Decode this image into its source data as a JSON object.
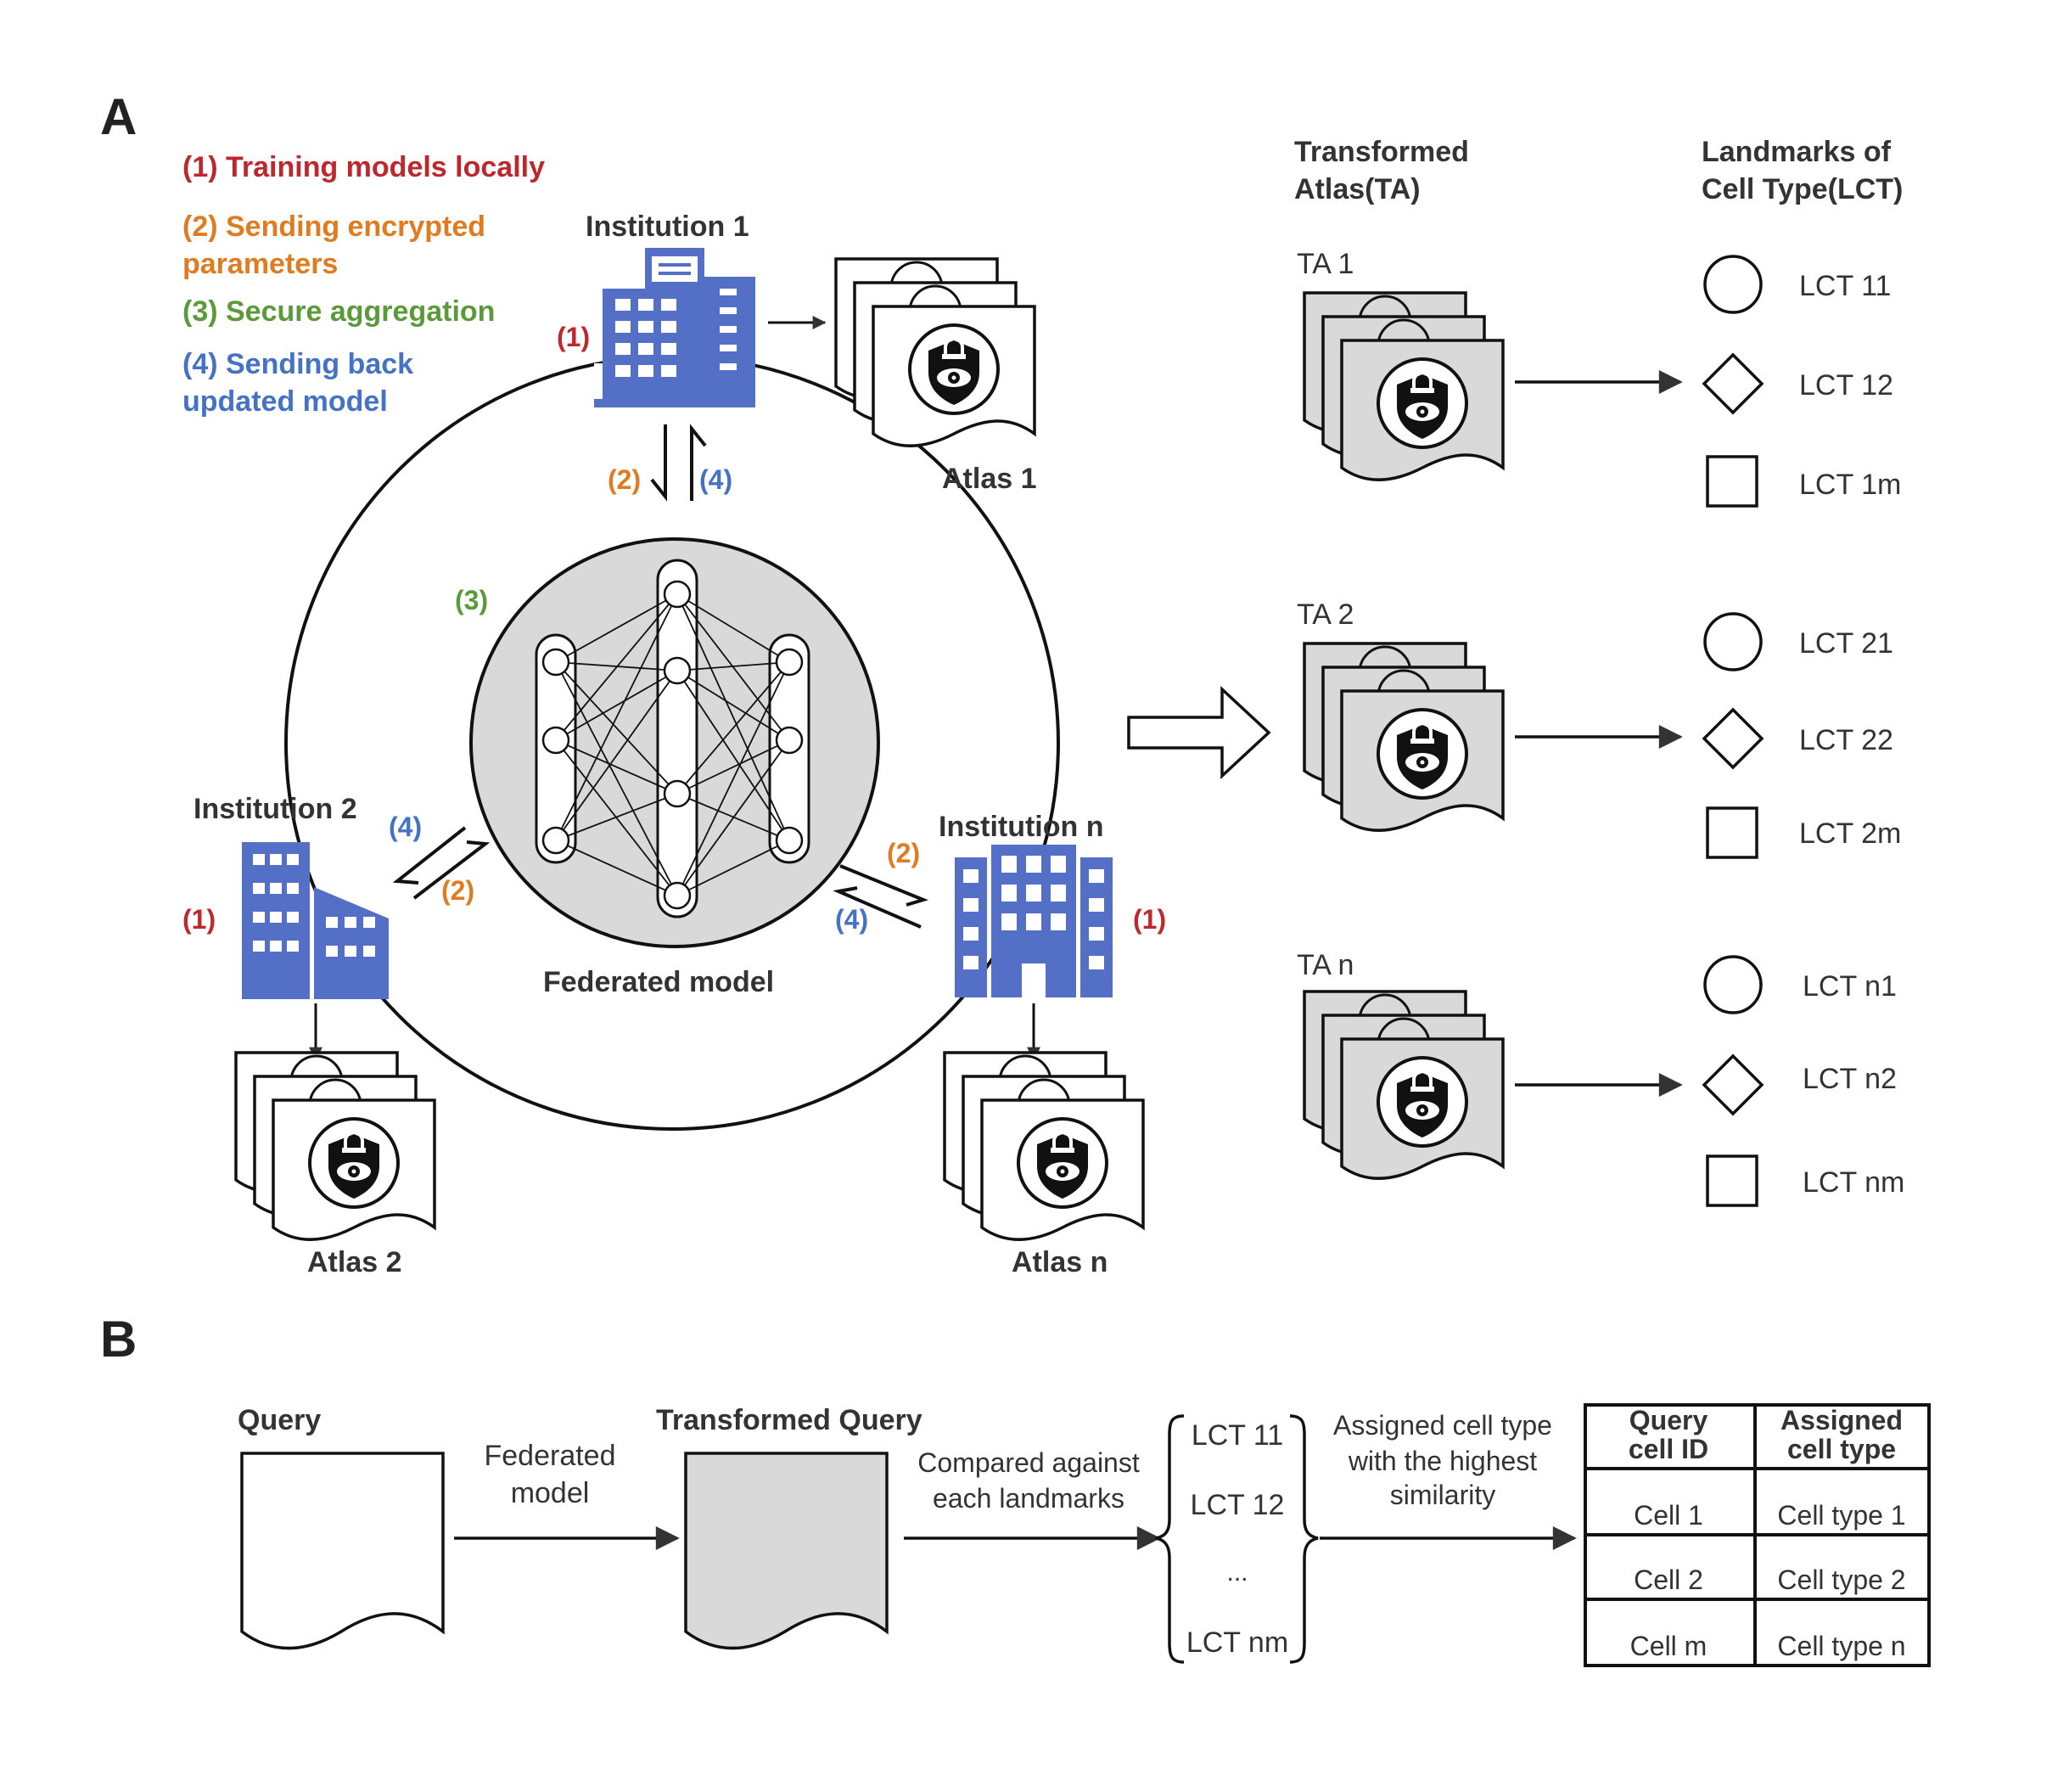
{
  "colors": {
    "step1": "#C0272D",
    "step2": "#E07B1F",
    "step3": "#5A9A3A",
    "step4": "#4472C4",
    "building": "#5470C6",
    "atlas_gray": "#d9d9d9",
    "text": "#333333"
  },
  "panel_a": {
    "letter": "A",
    "legend": {
      "step1": "(1) Training models locally",
      "step2_line1": "(2) Sending encrypted",
      "step2_line2": "parameters",
      "step3": "(3) Secure aggregation",
      "step4_line1": "(4) Sending back",
      "step4_line2": "updated model"
    },
    "step_tags": {
      "s1": "(1)",
      "s2": "(2)",
      "s3": "(3)",
      "s4": "(4)"
    },
    "institutions": {
      "inst1": "Institution 1",
      "inst2": "Institution 2",
      "instn": "Institution n"
    },
    "atlases": {
      "atlas1": "Atlas 1",
      "atlas2": "Atlas 2",
      "atlasn": "Atlas n"
    },
    "federated_label": "Federated model",
    "ta_header_line1": "Transformed",
    "ta_header_line2": "Atlas(TA)",
    "lct_header_line1": "Landmarks of",
    "lct_header_line2": "Cell Type(LCT)",
    "ta_groups": [
      {
        "label": "TA 1",
        "lct": [
          "LCT 11",
          "LCT 12",
          "LCT 1m"
        ]
      },
      {
        "label": "TA 2",
        "lct": [
          "LCT 21",
          "LCT 22",
          "LCT 2m"
        ]
      },
      {
        "label": "TA n",
        "lct": [
          "LCT n1",
          "LCT n2",
          "LCT nm"
        ]
      }
    ],
    "icon_names": [
      "building-icon",
      "document-stack-icon",
      "shield-lock-eye-icon",
      "neural-network-icon",
      "circle-icon",
      "diamond-icon",
      "square-icon"
    ]
  },
  "panel_b": {
    "letter": "B",
    "query": "Query",
    "federated_line1": "Federated",
    "federated_line2": "model",
    "transformed_query": "Transformed Query",
    "compared_line1": "Compared against",
    "compared_line2": "each landmarks",
    "landmarks": [
      "LCT 11",
      "LCT 12",
      "...",
      "LCT nm"
    ],
    "assigned_line1": "Assigned cell type",
    "assigned_line2": "with the highest",
    "assigned_line3": "similarity",
    "table": {
      "header_col1_line1": "Query",
      "header_col1_line2": "cell ID",
      "header_col2_line1": "Assigned",
      "header_col2_line2": "cell type",
      "rows": [
        [
          "Cell 1",
          "Cell type 1"
        ],
        [
          "Cell 2",
          "Cell type 2"
        ],
        [
          "Cell m",
          "Cell type n"
        ]
      ]
    }
  }
}
